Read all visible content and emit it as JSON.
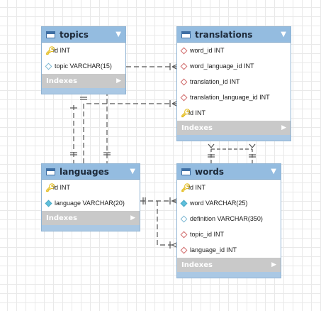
{
  "tables": {
    "topics": {
      "name": "topics",
      "columns": [
        {
          "text": "id INT",
          "icon": "primary-key-icon"
        },
        {
          "text": "topic VARCHAR(15)",
          "icon": "hollow-diamond-icon"
        }
      ],
      "indexes_label": "Indexes"
    },
    "translations": {
      "name": "translations",
      "columns": [
        {
          "text": "word_id INT",
          "icon": "foreign-key-diamond-icon"
        },
        {
          "text": "word_language_id INT",
          "icon": "foreign-key-diamond-icon"
        },
        {
          "text": "translation_id INT",
          "icon": "foreign-key-diamond-icon"
        },
        {
          "text": "translation_language_id INT",
          "icon": "foreign-key-diamond-icon"
        },
        {
          "text": "id INT",
          "icon": "primary-key-icon"
        }
      ],
      "indexes_label": "Indexes"
    },
    "languages": {
      "name": "languages",
      "columns": [
        {
          "text": "id INT",
          "icon": "primary-key-icon"
        },
        {
          "text": "language VARCHAR(20)",
          "icon": "filled-diamond-icon"
        }
      ],
      "indexes_label": "Indexes"
    },
    "words": {
      "name": "words",
      "columns": [
        {
          "text": "id INT",
          "icon": "primary-key-icon"
        },
        {
          "text": "word VARCHAR(25)",
          "icon": "filled-diamond-icon"
        },
        {
          "text": "definition VARCHAR(350)",
          "icon": "hollow-diamond-icon"
        },
        {
          "text": "topic_id INT",
          "icon": "foreign-key-diamond-icon"
        },
        {
          "text": "language_id INT",
          "icon": "foreign-key-diamond-icon"
        }
      ],
      "indexes_label": "Indexes"
    }
  },
  "colors": {
    "header": "#94bce0",
    "indexes_bar": "#c9c9c9",
    "primary_key": "#e0b400",
    "filled_diamond": "#5fc0dd",
    "foreign_key": "#d06a6a",
    "relationship_line": "#555555"
  },
  "relationships": [
    {
      "from": "topics",
      "to": "translations",
      "style": "dashed"
    },
    {
      "from": "topics",
      "to": "languages",
      "style": "dashed"
    },
    {
      "from": "languages",
      "to": "translations",
      "style": "dashed"
    },
    {
      "from": "languages",
      "to": "words",
      "style": "dashed"
    },
    {
      "from": "words",
      "to": "translations",
      "style": "dashed"
    }
  ]
}
